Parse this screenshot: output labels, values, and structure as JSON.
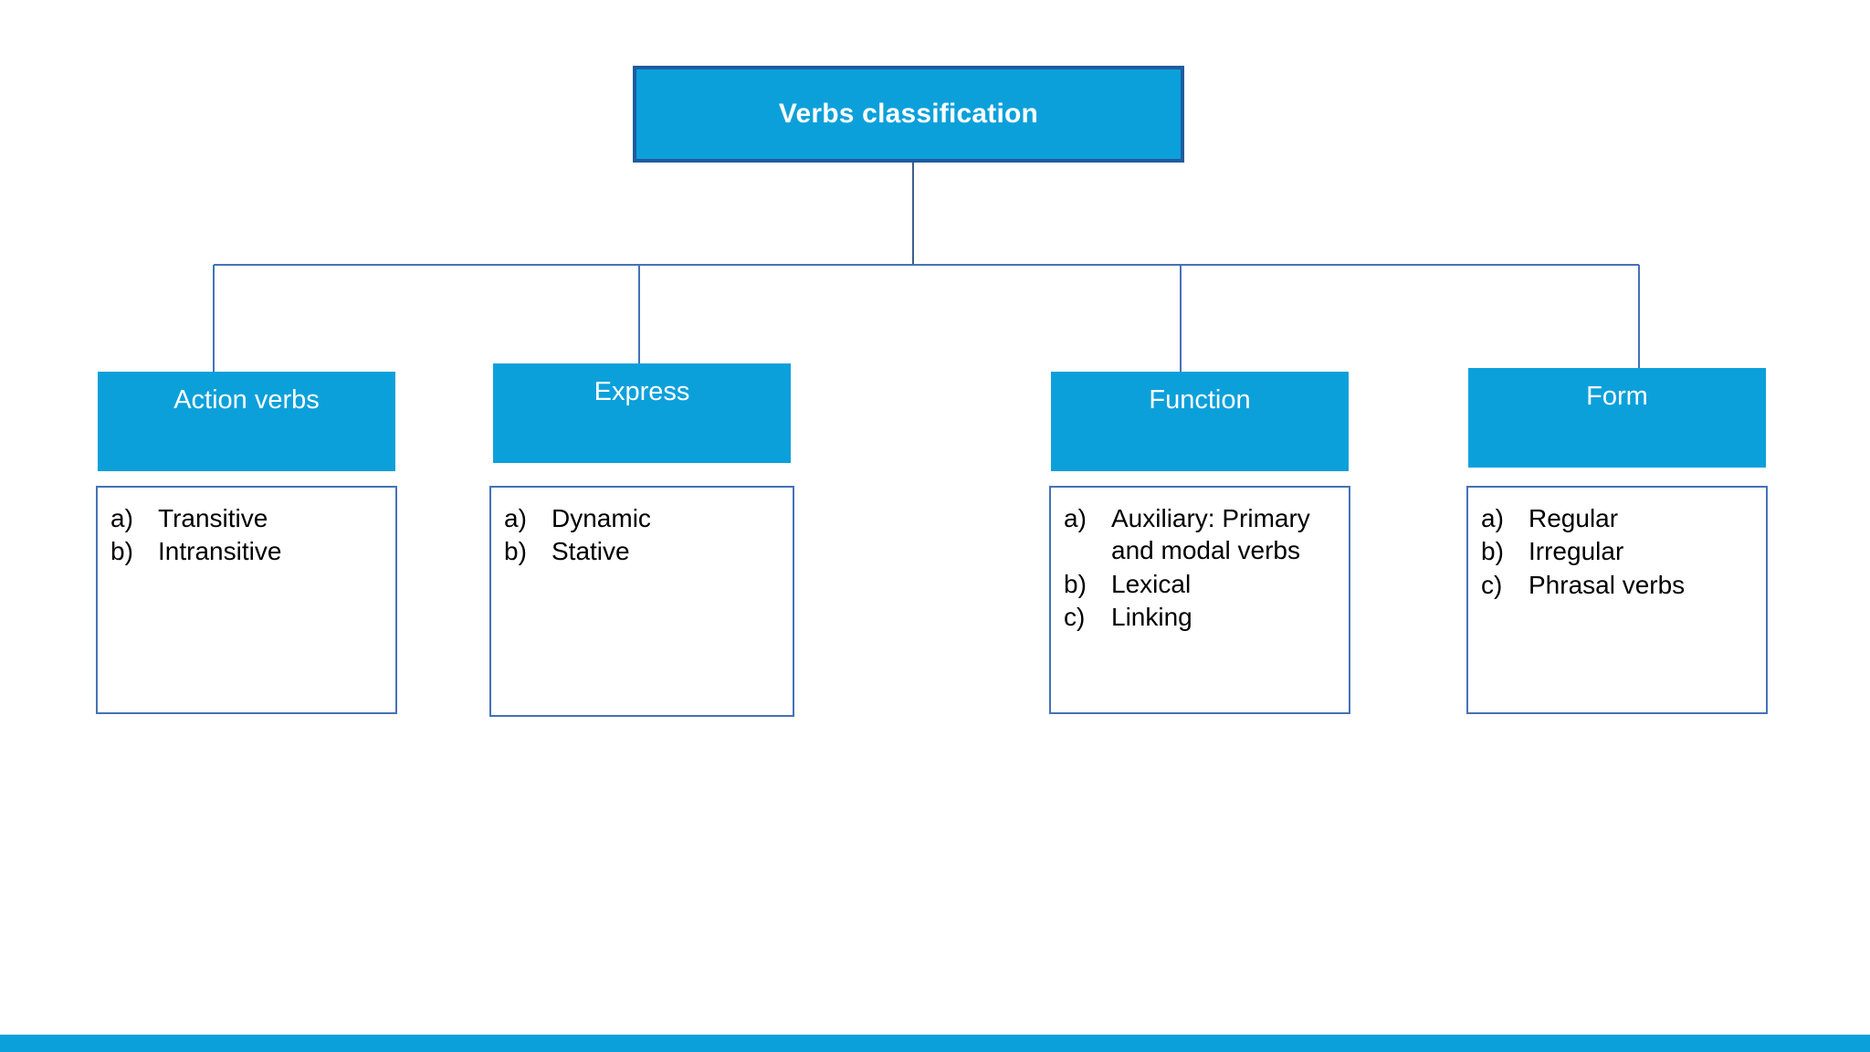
{
  "colors": {
    "accent": "#0CA0DB",
    "root_border": "#1F5C9E",
    "list_border": "#4472B8",
    "connector": "#4472B8",
    "text_on_accent": "#FFFFFF",
    "text_body": "#000000",
    "background": "#FFFFFF"
  },
  "diagram": {
    "root": {
      "label": "Verbs classification"
    },
    "branches": [
      {
        "id": "action",
        "label": "Action verbs",
        "items": [
          {
            "marker": "a)",
            "text": "Transitive"
          },
          {
            "marker": "b)",
            "text": "Intransitive"
          }
        ]
      },
      {
        "id": "express",
        "label": "Express",
        "items": [
          {
            "marker": "a)",
            "text": "Dynamic"
          },
          {
            "marker": "b)",
            "text": "Stative"
          }
        ]
      },
      {
        "id": "function",
        "label": "Function",
        "items": [
          {
            "marker": "a)",
            "text": "Auxiliary: Primary and modal verbs"
          },
          {
            "marker": "b)",
            "text": "Lexical"
          },
          {
            "marker": "c)",
            "text": "Linking"
          }
        ]
      },
      {
        "id": "form",
        "label": "Form",
        "items": [
          {
            "marker": "a)",
            "text": "Regular"
          },
          {
            "marker": "b)",
            "text": "Irregular"
          },
          {
            "marker": "c)",
            "text": "Phrasal verbs"
          }
        ]
      }
    ]
  }
}
